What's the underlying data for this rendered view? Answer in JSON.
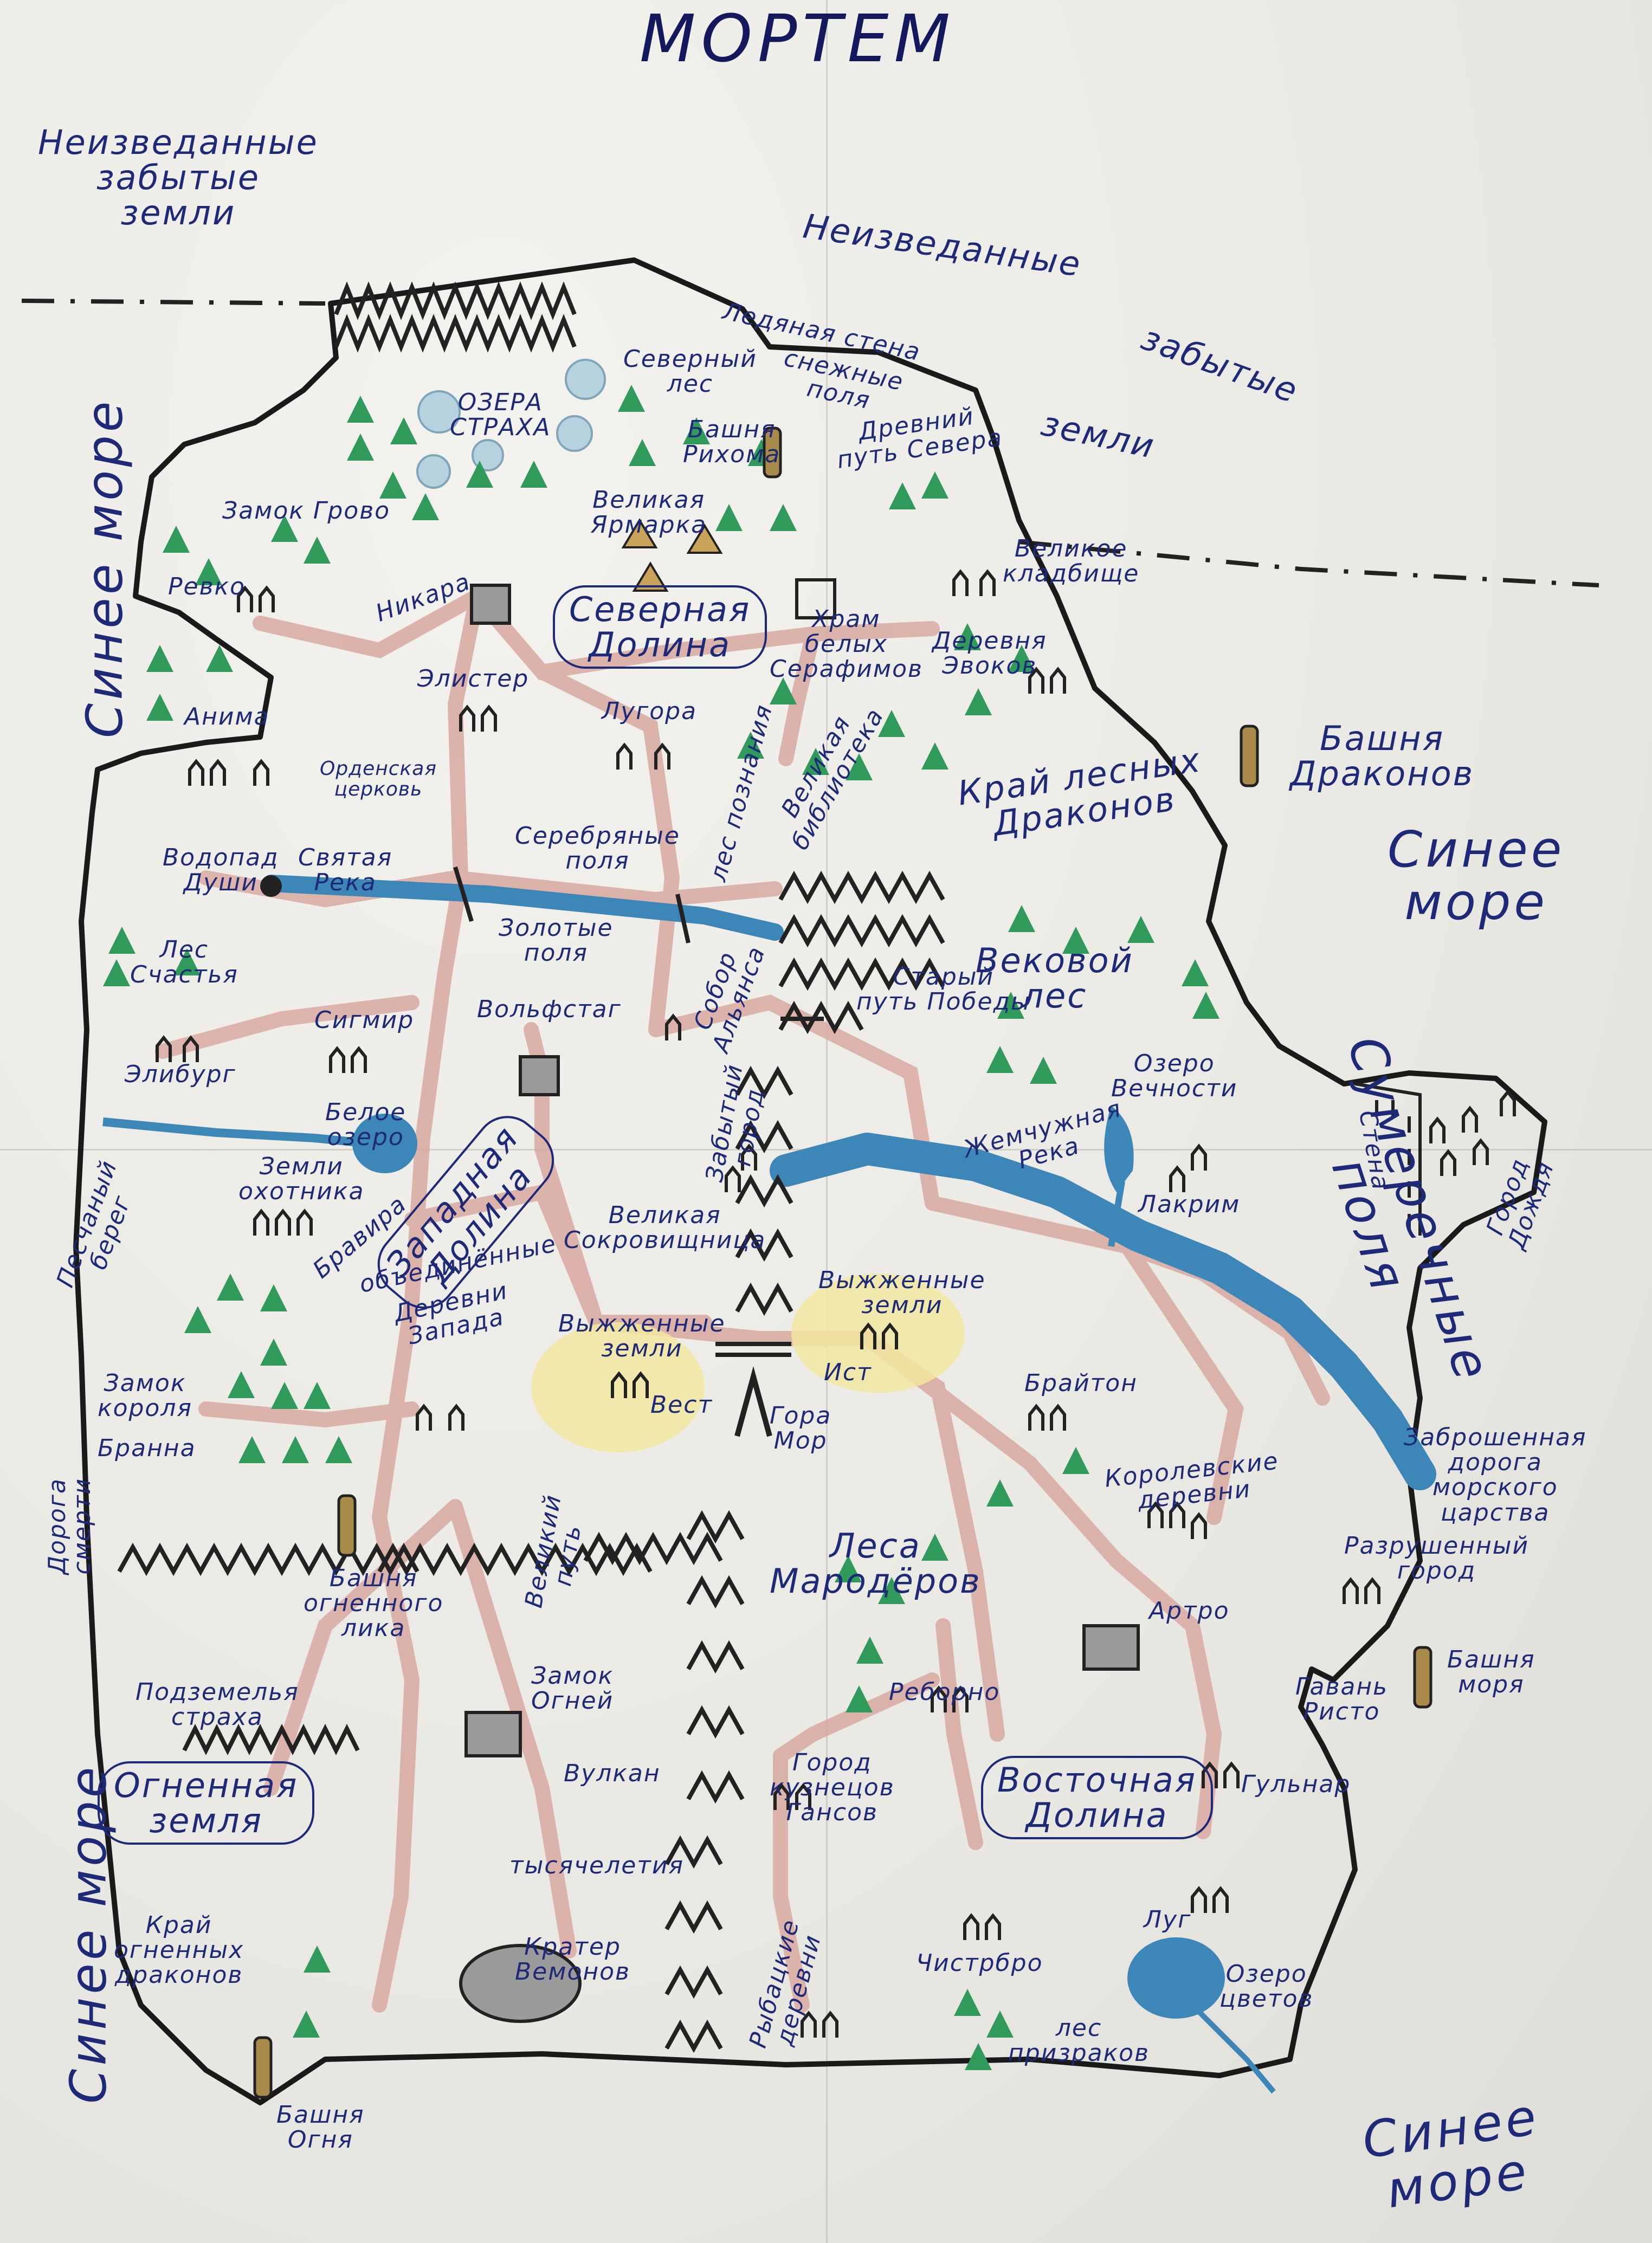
{
  "title": "МОРТЕМ",
  "regions": {
    "unknown_nw": "Неизведанные\nзабытые\nземли",
    "unknown_ne_1": "Неизведанные",
    "unknown_ne_2": "забытые",
    "unknown_ne_3": "земли",
    "sea_west": "Синее море",
    "sea_east": "Синее\nморе",
    "sea_sw": "Синее море",
    "sea_se": "Синее\nморе"
  },
  "labels": {
    "ice_wall": "Ледяная стена",
    "snowy_fields": "снежные\nполя",
    "north_forest": "Северный\nлес",
    "lakes_fear": "ОЗЕРА\nСТРАХА",
    "tower_rihom": "Башня\nРихома",
    "ancient_path": "Древний\nпуть Севера",
    "castle_grovo": "Замок Грово",
    "great_fair": "Великая\nЯрмарка",
    "great_cemetery": "Великое\nкладбище",
    "revko": "Ревко",
    "nikara": "Никара",
    "north_valley": "Северная\nДолина",
    "temple": "Храм\nбелых\nСерафимов",
    "village_evokov": "Деревня\nЭвоков",
    "anima": "Анима",
    "elister": "Элистер",
    "lugora": "Лугора",
    "forest_knowledge": "лес познания",
    "great_library": "Великая\nбиблиотека",
    "edge_forest_dragons": "Край лесных\nДраконов",
    "tower_dragons": "Башня\nДраконов",
    "orden_church": "Орденская\nцерковь",
    "waterfall": "Водопад\nДуши",
    "holy_river": "Святая\nРека",
    "silver_fields": "Серебряные\nполя",
    "gold_fields": "Золотые\nполя",
    "forest_happiness": "Лес\nСчастья",
    "sobor": "Собор\nАльянса",
    "old_path": "Старый\nпуть Победы",
    "age_forest": "Вековой\nлес",
    "elyburg": "Элибург",
    "sigmir": "Сигмир",
    "wolfstag": "Вольфстаг",
    "white_lake": "Белое\nозеро",
    "forgotten_city": "Забытый\nгород",
    "lake_eternity": "Озеро\nВечности",
    "twilight_fields": "Сумеречные\nполя",
    "wall": "Стена",
    "rain_city": "Город\nДождя",
    "lands_hunter": "Земли\nохотника",
    "western_valley": "Западная\nДолина",
    "bravira": "Бравира",
    "sandy_shore": "Песчаный\nберег",
    "great_treasury": "Великая\nСокровищница",
    "pearl_river": "Жемчужная\nРека",
    "lakrim": "Лакрим",
    "united": "объединённые",
    "villages_west": "Деревни\nЗапада",
    "burnt_lands_w": "Выжженные\nземли",
    "burnt_lands_e": "Выжженные\nземли",
    "west": "Вест",
    "east": "Ист",
    "castle_king": "Замок\nкороля",
    "branna": "Бранна",
    "mount_mor": "Гора\nМор",
    "braiton": "Брайтон",
    "abandoned_road": "Заброшенная\nдорога\nморского\nцарства",
    "road_death": "Дорога\nсмерти",
    "royal_villages": "Королевские\nдеревни",
    "tower_fire_face": "Башня\nогненного\nлика",
    "great_path": "Великий\nпуть",
    "forests_marauders": "Леса\nМародёров",
    "ruined_city": "Разрушенный\nгород",
    "artro": "Артро",
    "dungeons": "Подземелья\nстраха",
    "castle_fires": "Замок\nОгней",
    "harbor": "Гавань\nРисто",
    "tower_sea": "Башня\nморя",
    "reborno": "Реборно",
    "fire_land": "Огненная\nземля",
    "volcano": "Вулкан",
    "city_smiths": "Город\nкузнецов\nГансов",
    "eastern_valley": "Восточная\nДолина",
    "gulnar": "Гульнар",
    "thousand": "тысячелетия",
    "edge_fire_dragons": "Край\nогненных\nдраконов",
    "crater": "Кратер\nВемонов",
    "fishing": "Рыбацкие\nдеревни",
    "chistrbro": "Чистрбро",
    "lug": "Луг",
    "lake_flowers": "Озеро\nцветов",
    "forest_ghosts": "лес\nпризраков",
    "tower_fire": "Башня\nОгня"
  },
  "colors": {
    "ink": "#1e2a78",
    "water": "#3d86b8",
    "road": "#d9a9a0",
    "tree": "#2f9a5a",
    "tower": "#a88a4a",
    "sand": "#f2e8a0"
  }
}
